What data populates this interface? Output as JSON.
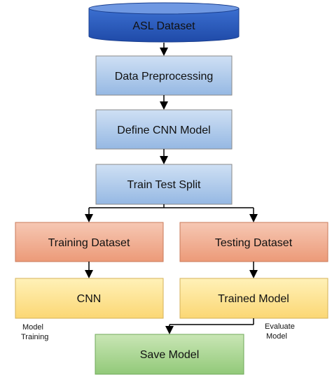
{
  "nodes": {
    "asl_dataset": "ASL Dataset",
    "data_preprocessing": "Data Preprocessing",
    "define_cnn_model": "Define CNN Model",
    "train_test_split": "Train Test Split",
    "training_dataset": "Training Dataset",
    "testing_dataset": "Testing Dataset",
    "cnn": "CNN",
    "trained_model": "Trained Model",
    "save_model": "Save Model"
  },
  "annotations": {
    "model_training_1": "Model",
    "model_training_2": "Training",
    "evaluate_model_1": "Evaluate",
    "evaluate_model_2": "Model"
  },
  "colors": {
    "dataset_fill_top": "#3b6fd0",
    "dataset_fill_bottom": "#1f4aa8",
    "blue_box_top": "#cfe0f4",
    "blue_box_bottom": "#95b8e3",
    "orange_box_top": "#f6c8b4",
    "orange_box_bottom": "#ec9a78",
    "yellow_box_top": "#fff1b8",
    "yellow_box_bottom": "#fbd774",
    "green_box_top": "#c9e6b5",
    "green_box_bottom": "#92c979",
    "border": "#8a8a8a",
    "arrow": "#000000"
  }
}
